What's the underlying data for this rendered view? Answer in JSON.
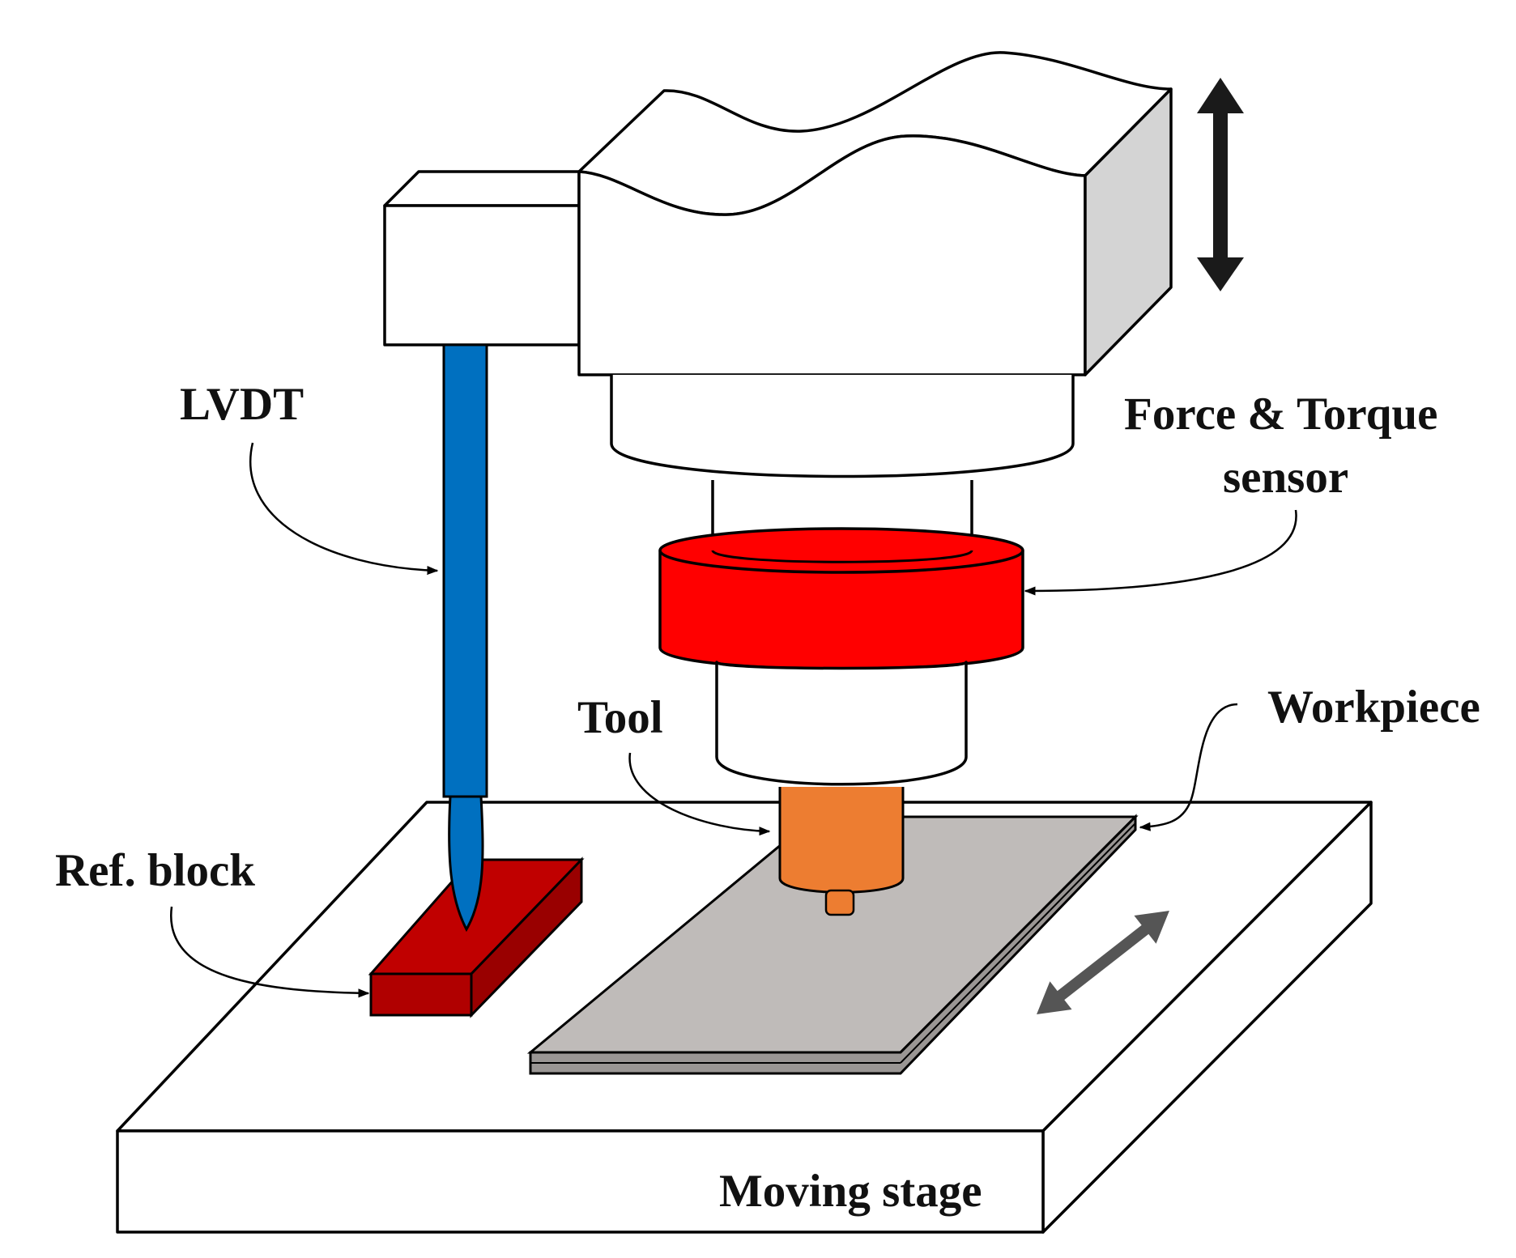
{
  "labels": {
    "lvdt": "LVDT",
    "force_torque_line1": "Force & Torque",
    "force_torque_line2": "sensor",
    "tool": "Tool",
    "workpiece": "Workpiece",
    "ref_block": "Ref. block",
    "moving_stage": "Moving stage"
  },
  "colors": {
    "lvdt_probe": "#0070c0",
    "sensor_ring": "#ff0000",
    "tool_body": "#ed7d31",
    "ref_block": "#c00000",
    "workpiece": "#bfbbb9",
    "vertical_arrow": "#1a1a1a",
    "stage_arrow": "#555555"
  },
  "icons": {
    "vertical_motion": "double-arrow-vertical-icon",
    "stage_motion": "double-arrow-diagonal-icon"
  }
}
